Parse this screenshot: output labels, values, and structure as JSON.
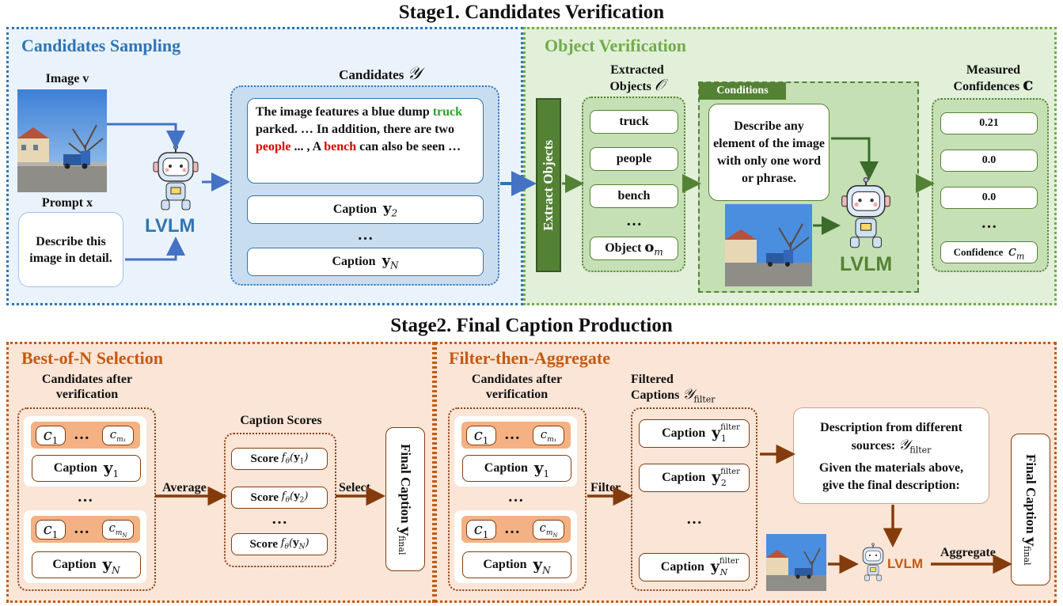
{
  "stage1": {
    "title": "Stage1. Candidates Verification",
    "sampling_title": "Candidates Sampling",
    "verification_title": "Object Verification",
    "image_label": "Image v",
    "prompt_label": "Prompt x",
    "prompt_text": "Describe this image in detail.",
    "lvlm": "LVLM",
    "candidates_label": "Candidates",
    "caption1_text": {
      "p1": "The image features a blue dump ",
      "truck": "truck",
      "p2": " parked. … In addition, there are two ",
      "people": "people",
      "p3": " ... , A ",
      "bench": "bench",
      "p4": " can also be seen …"
    },
    "caption_word": "Caption",
    "dots": "…",
    "extract_objects": "Extract Objects",
    "extracted_label_1": "Extracted",
    "extracted_label_2": "Objects",
    "objects": [
      "truck",
      "people",
      "bench"
    ],
    "object_word": "Object",
    "conditions_tag": "Conditions",
    "conditions_text": "Describe any element of the image with only one word or phrase.",
    "measured_label_1": "Measured",
    "measured_label_2": "Confidences",
    "confidences": [
      "0.21",
      "0.0",
      "0.0"
    ],
    "confidence_word": "Confidence"
  },
  "stage2": {
    "title": "Stage2. Final Caption Production",
    "bon_title": "Best-of-N Selection",
    "fta_title": "Filter-then-Aggregate",
    "cand_after_1": "Candidates after",
    "cand_after_2": "verification",
    "caption_scores": "Caption Scores",
    "score_word": "Score",
    "average": "Average",
    "select": "Select",
    "final_caption": "Final Caption",
    "filter": "Filter",
    "filtered_label_1": "Filtered",
    "filtered_label_2": "Captions",
    "aggregate_text_1": "Description from different",
    "aggregate_text_2": "sources:",
    "aggregate_text_3": "Given the materials above,",
    "aggregate_text_4": "give the final description:",
    "lvlm": "LVLM",
    "aggregate": "Aggregate"
  },
  "colors": {
    "blue_border": "#2e75b6",
    "blue_bg": "#eaf3fb",
    "green_border": "#70ad47",
    "green_bg": "#e2efd9",
    "green_dark": "#548235",
    "orange_border": "#c55a11",
    "orange_bg": "#fbe5d6",
    "brown_arrow": "#843c0c",
    "orange_title": "#c55a11",
    "truck_green": "#2ca02c",
    "red": "#e00000"
  }
}
